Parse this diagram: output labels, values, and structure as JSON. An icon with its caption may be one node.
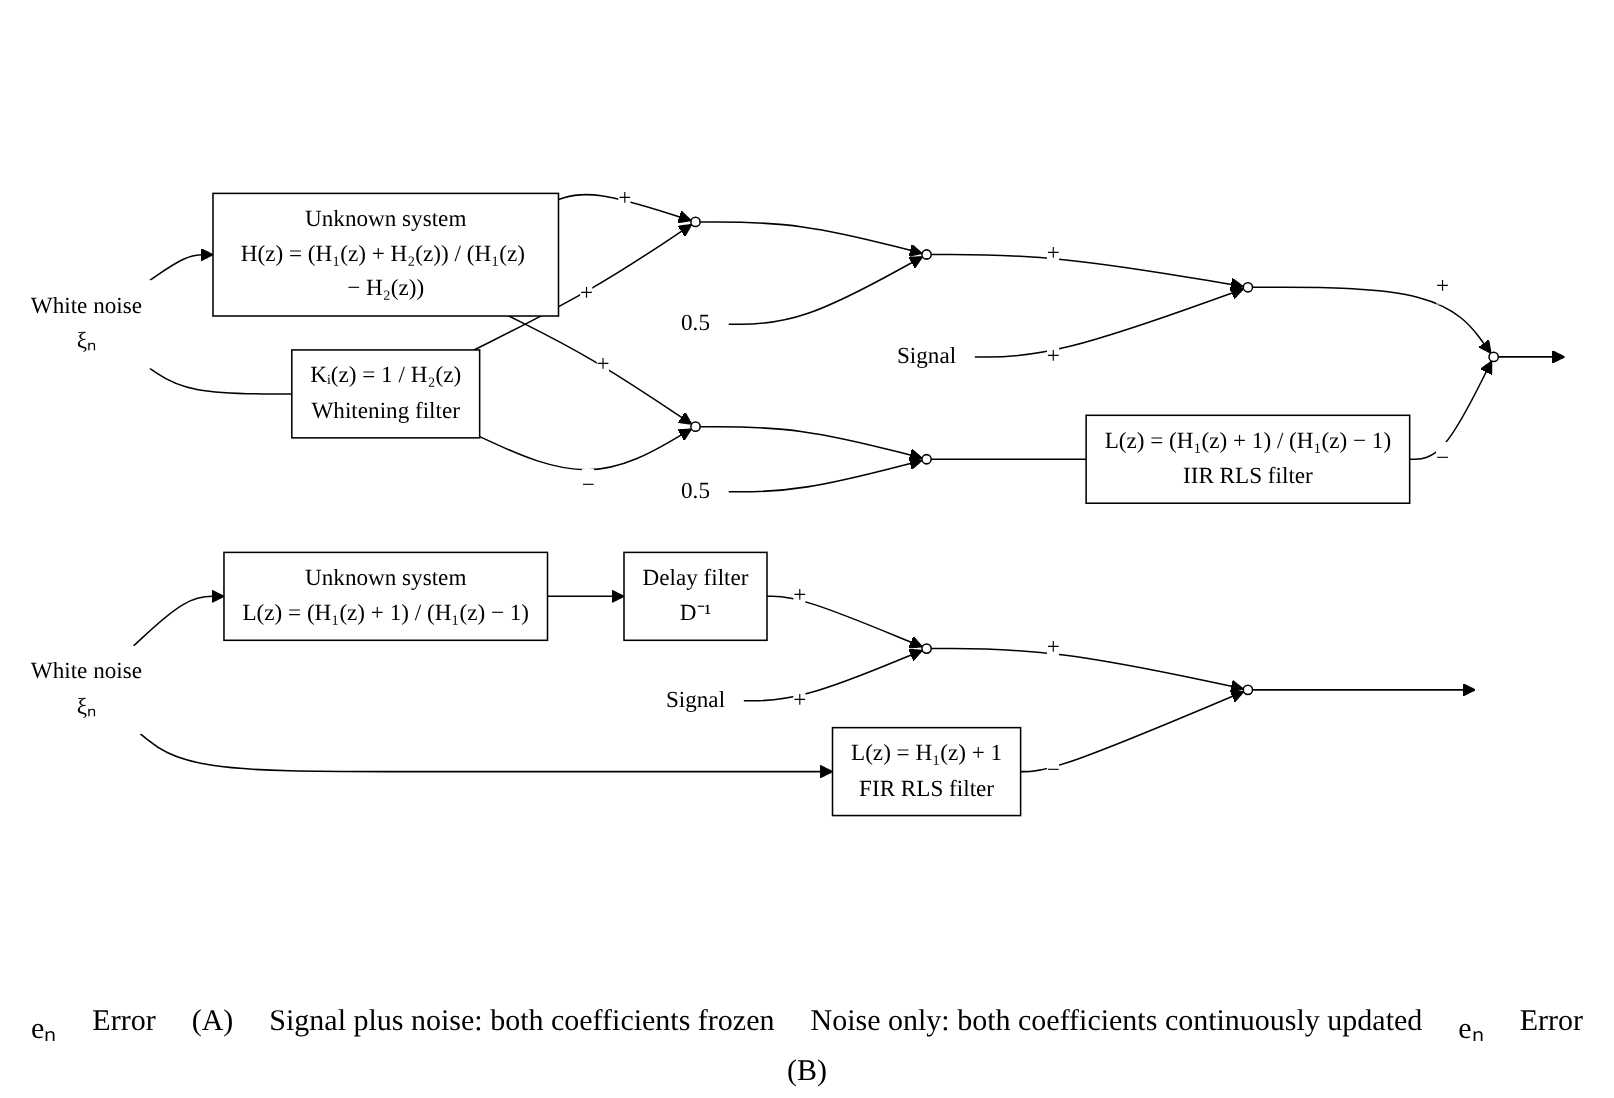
{
  "diagram": {
    "nodes": [
      {
        "text": [
          "White noise",
          "ξₙ"
        ]
      },
      {
        "text": [
          "Unknown system",
          "H(z) = (H₁(z) + H₂(z)) / (H₁(z) − H₂(z))"
        ]
      },
      {
        "text": [
          "Kᵢ(z) = 1 / H₂(z)",
          "Whitening filter"
        ]
      },
      {
        "text": [],
        "shape": "circle"
      },
      {
        "text": [],
        "shape": "circle"
      },
      {
        "text": [],
        "shape": "circle"
      },
      {
        "text": [],
        "shape": "circle"
      },
      {
        "text": [
          "0.5"
        ]
      },
      {
        "text": [
          "0.5"
        ]
      },
      {
        "text": [
          "L(z) = (H₁(z) + 1) / (H₁(z) − 1)",
          "IIR RLS filter"
        ]
      },
      {
        "text": [
          "Signal"
        ]
      },
      {
        "text": [],
        "shape": "circle"
      },
      {
        "text": [],
        "shape": "circle"
      },
      {
        "text": [
          "White noise",
          "ξₙ"
        ]
      },
      {
        "text": [
          "Unknown system",
          "L(z) = (H₁(z) + 1) / (H₁(z) − 1)"
        ]
      },
      {
        "text": [
          "Delay filter",
          "D⁻¹"
        ]
      },
      {
        "text": [
          "Signal"
        ]
      },
      {
        "text": [],
        "shape": "circle"
      },
      {
        "text": [
          "L(z) = H₁(z) + 1",
          "FIR RLS filter"
        ]
      },
      {
        "text": [],
        "shape": "circle"
      }
    ],
    "edges": [
      {
        "from": 0,
        "to": 1,
        "arrow": "to"
      },
      {
        "from": 0,
        "to": 2,
        "arrow": "none"
      },
      {
        "from": 1,
        "to": 3,
        "arrow": "to",
        "label": "+"
      },
      {
        "from": 1,
        "to": 4,
        "arrow": "to",
        "label": "+"
      },
      {
        "from": 2,
        "to": 3,
        "arrow": "to",
        "label": "+"
      },
      {
        "from": 2,
        "to": 4,
        "arrow": "to",
        "label": "−"
      },
      {
        "from": 3,
        "to": 5,
        "arrow": "to"
      },
      {
        "from": 7,
        "to": 5,
        "arrow": "to"
      },
      {
        "from": 4,
        "to": 6,
        "arrow": "to"
      },
      {
        "from": 8,
        "to": 6,
        "arrow": "to"
      },
      {
        "from": 6,
        "to": 9,
        "arrow": "none"
      },
      {
        "from": 5,
        "to": 11,
        "arrow": "to",
        "label": "+"
      },
      {
        "from": 10,
        "to": 11,
        "arrow": "to",
        "label": "+"
      },
      {
        "from": 11,
        "to": 12,
        "arrow": "to",
        "label": "+"
      },
      {
        "from": 9,
        "to": 12,
        "arrow": "to",
        "label": "−"
      },
      {
        "from": 12,
        "to": null,
        "arrow": "to"
      },
      {
        "from": 13,
        "to": 14,
        "arrow": "to"
      },
      {
        "from": 13,
        "to": 18,
        "arrow": "to"
      },
      {
        "from": 14,
        "to": 15,
        "arrow": "to"
      },
      {
        "from": 15,
        "to": 17,
        "arrow": "to",
        "label": "+"
      },
      {
        "from": 16,
        "to": 17,
        "arrow": "to",
        "label": "+"
      },
      {
        "from": 17,
        "to": 19,
        "arrow": "to",
        "label": "+"
      },
      {
        "from": 18,
        "to": 19,
        "arrow": "to",
        "label": "−"
      },
      {
        "from": 19,
        "to": null,
        "arrow": "to"
      }
    ],
    "labels": [
      "eₙ",
      "Error",
      "(A)",
      "Signal plus noise: both coefficients frozen",
      "Noise only: both coefficients continuously updated",
      "eₙ",
      "Error",
      "(B)"
    ]
  }
}
